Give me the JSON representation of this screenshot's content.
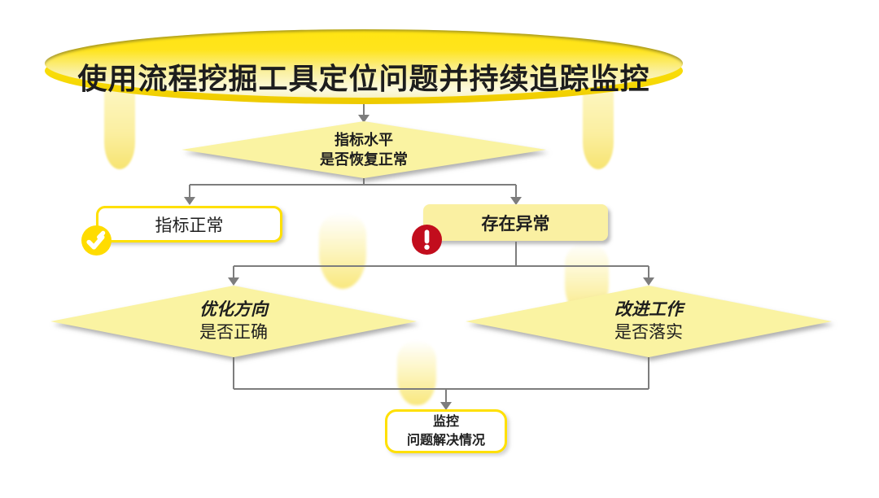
{
  "header": {
    "title": "使用流程挖掘工具定位问题并持续追踪监控"
  },
  "flow": {
    "decision_top": {
      "line1": "指标水平",
      "line2": "是否恢复正常"
    },
    "outcome_normal": {
      "label": "指标正常",
      "icon": "check-icon"
    },
    "outcome_abnormal": {
      "label": "存在异常",
      "icon": "exclamation-icon"
    },
    "decision_optimize": {
      "line1": "优化方向",
      "line2": "是否正确"
    },
    "decision_improve": {
      "line1": "改进工作",
      "line2": "是否落实"
    },
    "monitor": {
      "line1": "监控",
      "line2": "问题解决情况"
    }
  },
  "colors": {
    "accent_yellow": "#FFE000",
    "pale_yellow": "#FAF3A2",
    "alert_red": "#C20D1D",
    "connector_gray": "#7D7D7D",
    "text_dark": "#1E1E1E"
  }
}
